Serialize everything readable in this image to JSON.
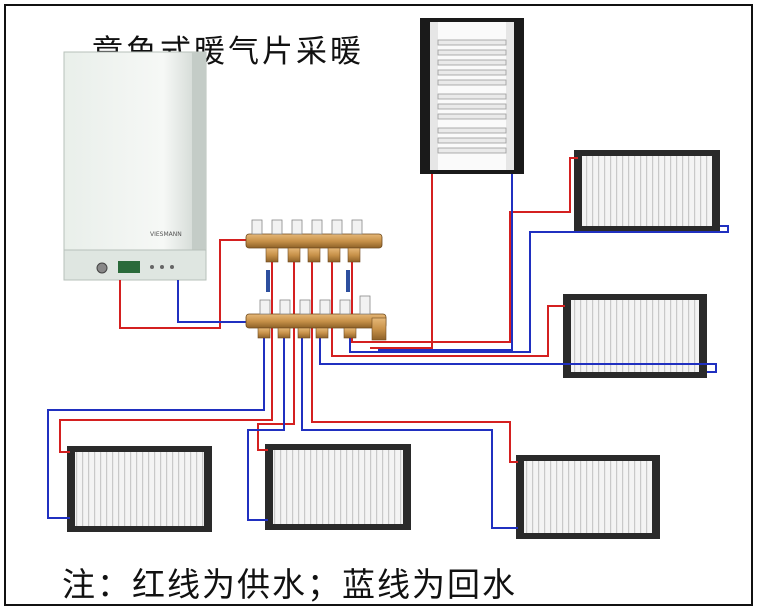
{
  "title": "章鱼式暖气片采暖",
  "note": "注：红线为供水；蓝线为回水",
  "boiler": {
    "brand": "VIESMANN"
  },
  "colors": {
    "supply": "#d42020",
    "return": "#2030c0",
    "radiator_frame": "#3a3a3a",
    "brass": "#c8924a"
  }
}
